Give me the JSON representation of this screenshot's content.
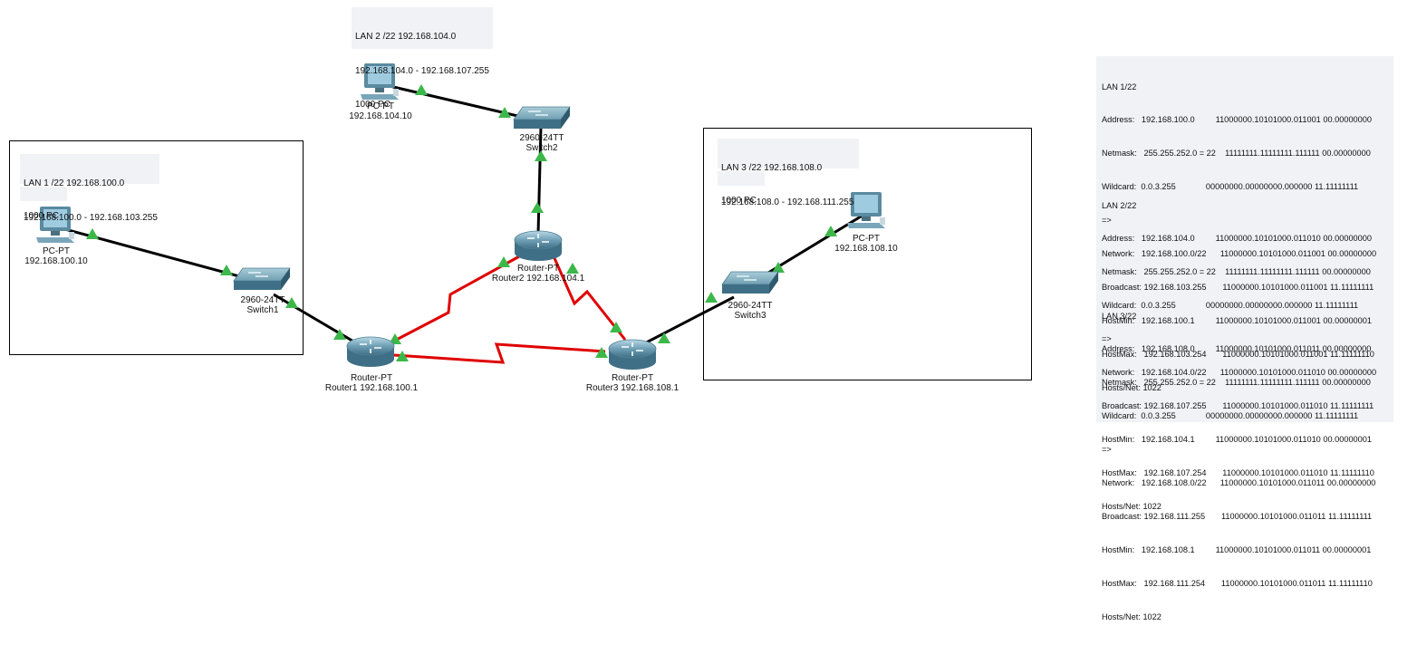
{
  "lan_notes": {
    "lan1": {
      "title": "LAN 1 /22 192.168.100.0",
      "range": "192.168.100.0 - 192.168.103.255",
      "pcs": "1000 PC"
    },
    "lan2": {
      "title": "LAN 2 /22 192.168.104.0",
      "range": "192.168.104.0 - 192.168.107.255",
      "pcs": "1000 PC"
    },
    "lan3": {
      "title": "LAN 3 /22 192.168.108.0",
      "range": "192.168.108.0 - 192.168.111.255",
      "pcs": "1000 PC"
    }
  },
  "devices": {
    "pc1": {
      "type": "PC-PT",
      "ip": "192.168.100.10"
    },
    "pc2": {
      "type": "PC-PT",
      "ip": "192.168.104.10"
    },
    "pc3": {
      "type": "PC-PT",
      "ip": "192.168.108.10"
    },
    "switch1": {
      "model": "2960-24TT",
      "name": "Switch1"
    },
    "switch2": {
      "model": "2960-24TT",
      "name": "Switch2"
    },
    "switch3": {
      "model": "2960-24TT",
      "name": "Switch3"
    },
    "router1": {
      "type": "Router-PT",
      "name": "Router1 192.168.100.1"
    },
    "router2": {
      "type": "Router-PT",
      "name": "Router2 192.168.104.1"
    },
    "router3": {
      "type": "Router-PT",
      "name": "Router3 192.168.108.1"
    }
  },
  "colors": {
    "ethernet_link": "#000000",
    "serial_link": "#e00000",
    "link_up_indicator": "#3cb84a",
    "note_background": "#f0f2f6"
  },
  "subnet_calc": [
    {
      "title": "LAN 1/22",
      "lines": [
        "Address:   192.168.100.0         11000000.10101000.011001 00.00000000",
        "Netmask:   255.255.252.0 = 22    11111111.11111111.111111 00.00000000",
        "Wildcard:  0.0.3.255             00000000.00000000.000000 11.11111111",
        "=>",
        "Network:   192.168.100.0/22      11000000.10101000.011001 00.00000000",
        "Broadcast: 192.168.103.255       11000000.10101000.011001 11.11111111",
        "HostMin:   192.168.100.1         11000000.10101000.011001 00.00000001",
        "HostMax:   192.168.103.254       11000000.10101000.011001 11.11111110",
        "Hosts/Net: 1022"
      ]
    },
    {
      "title": "LAN 2/22",
      "lines": [
        "Address:   192.168.104.0         11000000.10101000.011010 00.00000000",
        "Netmask:   255.255.252.0 = 22    11111111.11111111.111111 00.00000000",
        "Wildcard:  0.0.3.255             00000000.00000000.000000 11.11111111",
        "=>",
        "Network:   192.168.104.0/22      11000000.10101000.011010 00.00000000",
        "Broadcast: 192.168.107.255       11000000.10101000.011010 11.11111111",
        "HostMin:   192.168.104.1         11000000.10101000.011010 00.00000001",
        "HostMax:   192.168.107.254       11000000.10101000.011010 11.11111110",
        "Hosts/Net: 1022"
      ]
    },
    {
      "title": "LAN 3/22",
      "lines": [
        "Address:   192.168.108.0         11000000.10101000.011011 00.00000000",
        "Netmask:   255.255.252.0 = 22    11111111.11111111.111111 00.00000000",
        "Wildcard:  0.0.3.255             00000000.00000000.000000 11.11111111",
        "=>",
        "Network:   192.168.108.0/22      11000000.10101000.011011 00.00000000",
        "Broadcast: 192.168.111.255       11000000.10101000.011011 11.11111111",
        "HostMin:   192.168.108.1         11000000.10101000.011011 00.00000001",
        "HostMax:   192.168.111.254       11000000.10101000.011011 11.11111110",
        "Hosts/Net: 1022"
      ]
    }
  ]
}
